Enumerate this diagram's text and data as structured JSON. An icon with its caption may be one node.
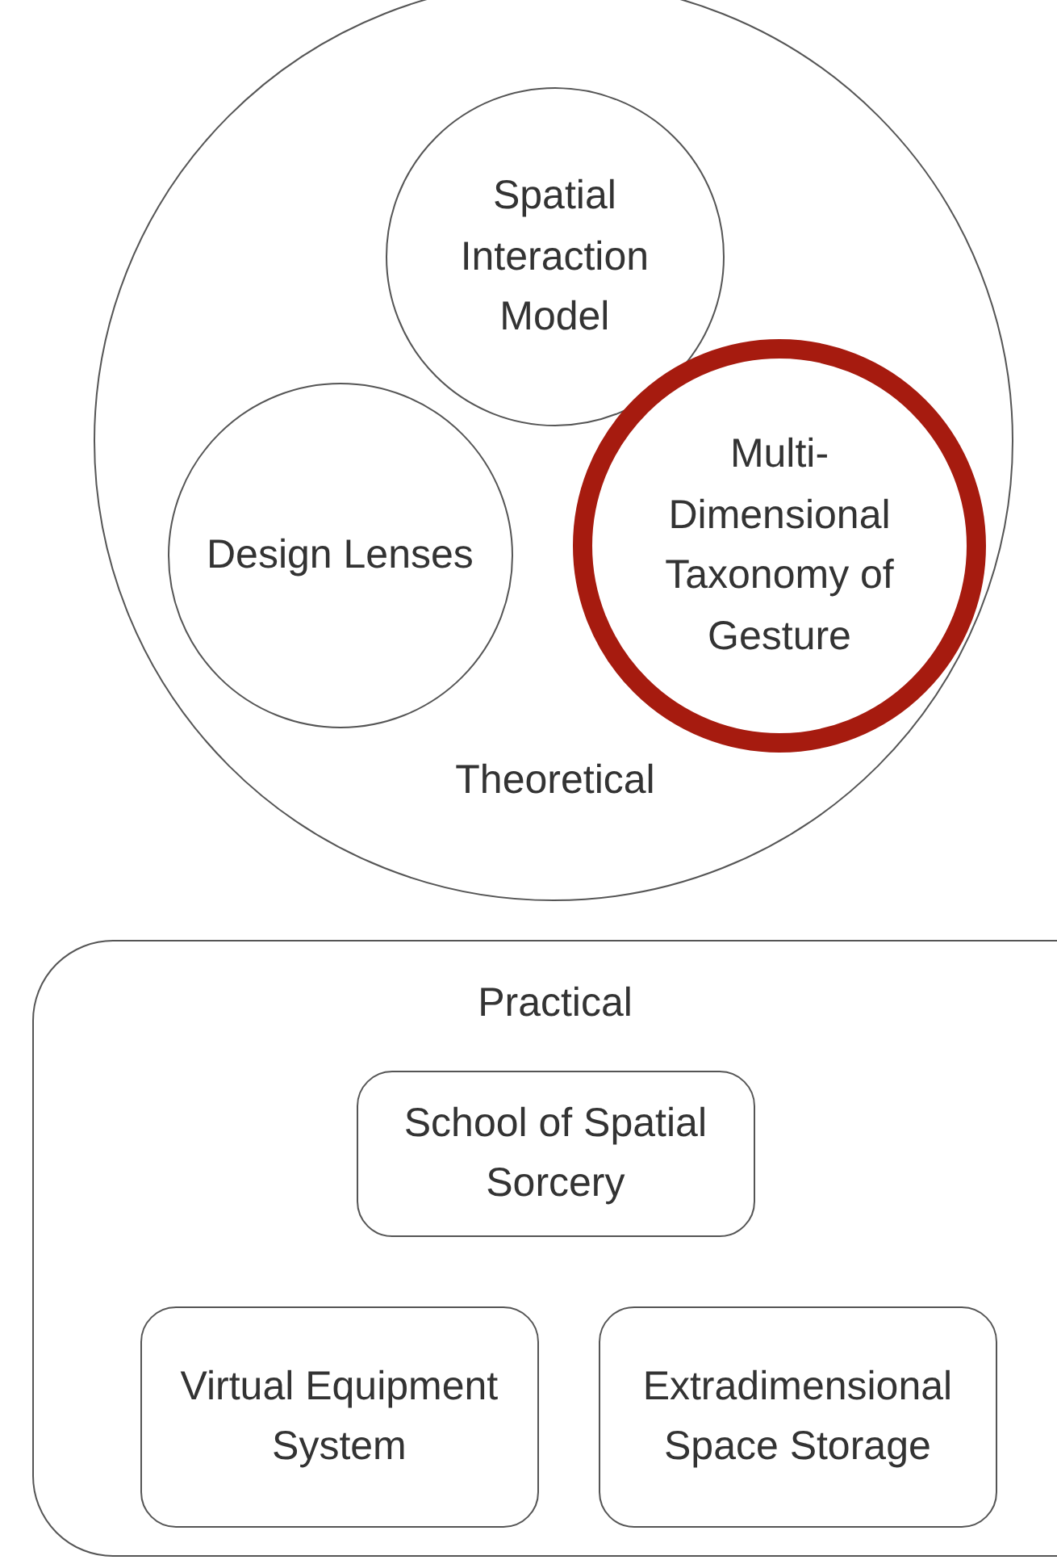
{
  "diagram": {
    "nodes": [
      {
        "text": [
          "Theoretical"
        ]
      },
      {
        "text": [
          "Spatial Interaction Model"
        ],
        "in": 0
      },
      {
        "text": [
          "Design Lenses"
        ],
        "in": 0
      },
      {
        "text": [
          "Multi-Dimensional Taxonomy of Gesture"
        ],
        "in": 0
      },
      {
        "text": [
          "Practical"
        ]
      },
      {
        "text": [
          "School of Spatial Sorcery"
        ],
        "in": 4
      },
      {
        "text": [
          "Virtual Equipment System"
        ],
        "in": 4
      },
      {
        "text": [
          "Extradimensional Space Storage"
        ],
        "in": 4
      }
    ]
  }
}
